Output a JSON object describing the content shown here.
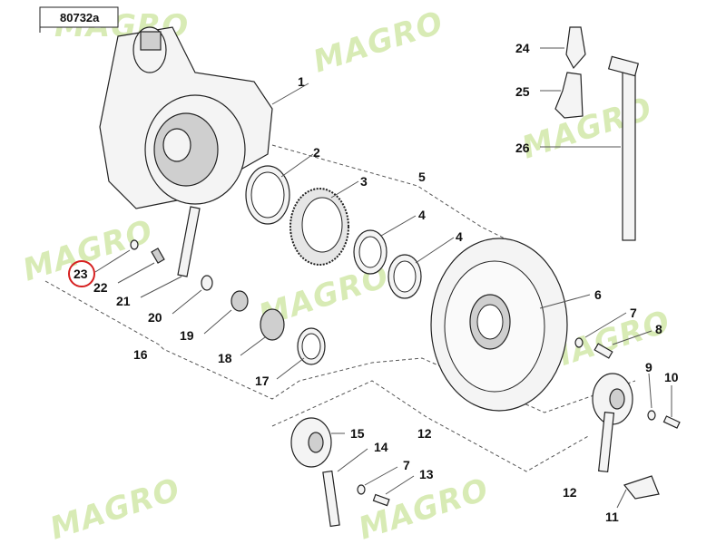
{
  "reference_code": "80732a",
  "watermark_text": "MAGRO",
  "highlight_color": "#d62020",
  "labels": {
    "l1": "1",
    "l2": "2",
    "l3": "3",
    "l4a": "4",
    "l4b": "4",
    "l5": "5",
    "l6": "6",
    "l7a": "7",
    "l7b": "7",
    "l8": "8",
    "l9": "9",
    "l10": "10",
    "l11": "11",
    "l12a": "12",
    "l12b": "12",
    "l13": "13",
    "l14": "14",
    "l15": "15",
    "l16": "16",
    "l17": "17",
    "l18": "18",
    "l19": "19",
    "l20": "20",
    "l21": "21",
    "l22": "22",
    "l23": "23",
    "l24": "24",
    "l25": "25",
    "l26": "26"
  }
}
